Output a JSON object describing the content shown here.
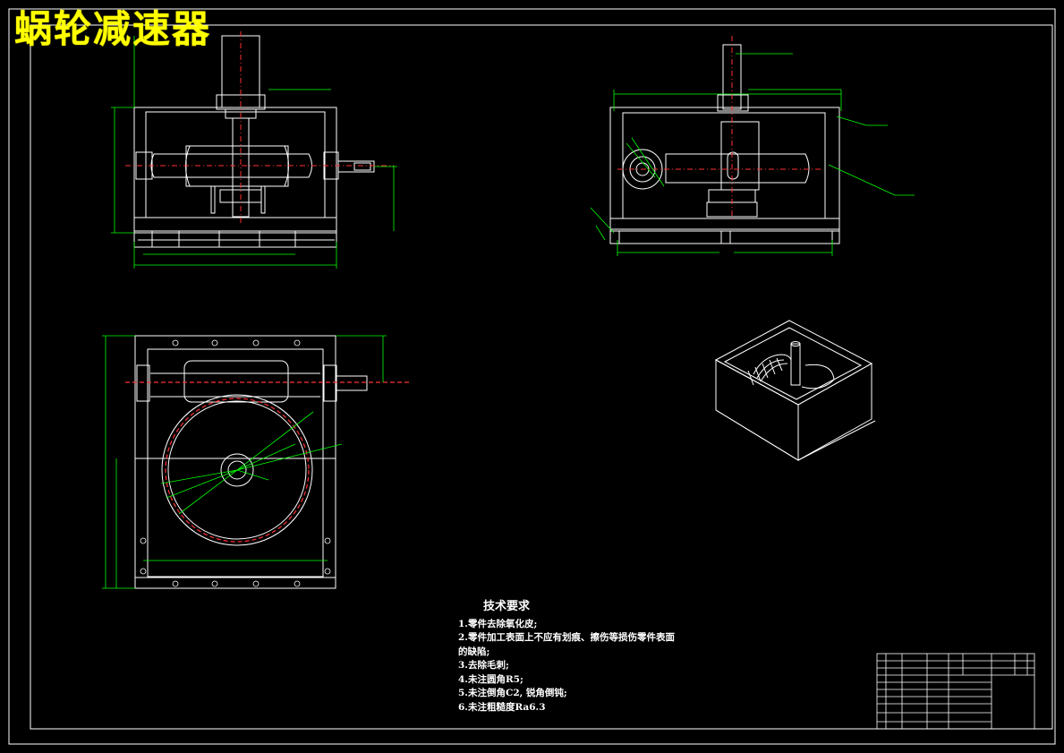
{
  "title": "蜗轮减速器",
  "tech_requirements": {
    "heading": "技术要求",
    "items": [
      "1.零件去除氧化皮;",
      "2.零件加工表面上不应有划痕、擦伤等损伤零件表面",
      "的缺陷;",
      "3.去除毛刺;",
      "4.未注圆角R5;",
      "5.未注倒角C2, 锐角倒钝;",
      "6.未注粗糙度Ra6.3"
    ]
  },
  "colors": {
    "background": "#000000",
    "outline": "#ffffff",
    "dimension": "#00ff00",
    "centerline": "#ff3030",
    "title": "#ffff00"
  }
}
